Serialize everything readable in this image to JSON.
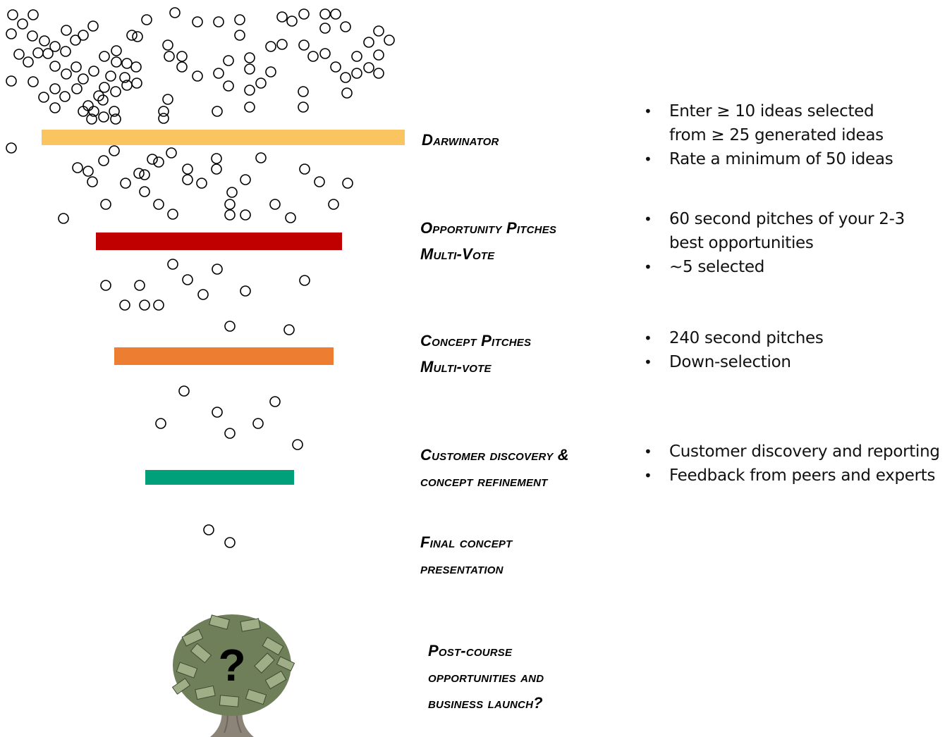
{
  "colors": {
    "darwinator": "#FAC560",
    "opportunity": "#C00000",
    "concept": "#ED7D31",
    "discovery": "#00A07A"
  },
  "stages": [
    {
      "id": "darwinator",
      "lines": [
        "Darwinator"
      ],
      "bullets": [
        "Enter ≥ 10 ideas selected from ≥ 25 generated ideas",
        "Rate a minimum of 50 ideas"
      ]
    },
    {
      "id": "opportunity",
      "lines": [
        "Opportunity Pitches",
        "Multi-Vote"
      ],
      "bullets": [
        "60 second pitches of your  2-3 best opportunities",
        "~5 selected"
      ]
    },
    {
      "id": "concept",
      "lines": [
        "Concept Pitches",
        "Multi-vote"
      ],
      "bullets": [
        "240 second pitches",
        "Down-selection"
      ]
    },
    {
      "id": "discovery",
      "lines": [
        "Customer discovery &",
        "concept refinement"
      ],
      "bullets": [
        "Customer discovery and reporting",
        "Feedback from peers and experts"
      ]
    },
    {
      "id": "final",
      "lines": [
        "Final concept",
        "presentation"
      ],
      "bullets": []
    },
    {
      "id": "post",
      "lines": [
        "Post-course",
        "opportunities and",
        "business launch?"
      ],
      "bullets": []
    }
  ],
  "tree": {
    "icon": "money-tree-icon",
    "mark": "?"
  }
}
